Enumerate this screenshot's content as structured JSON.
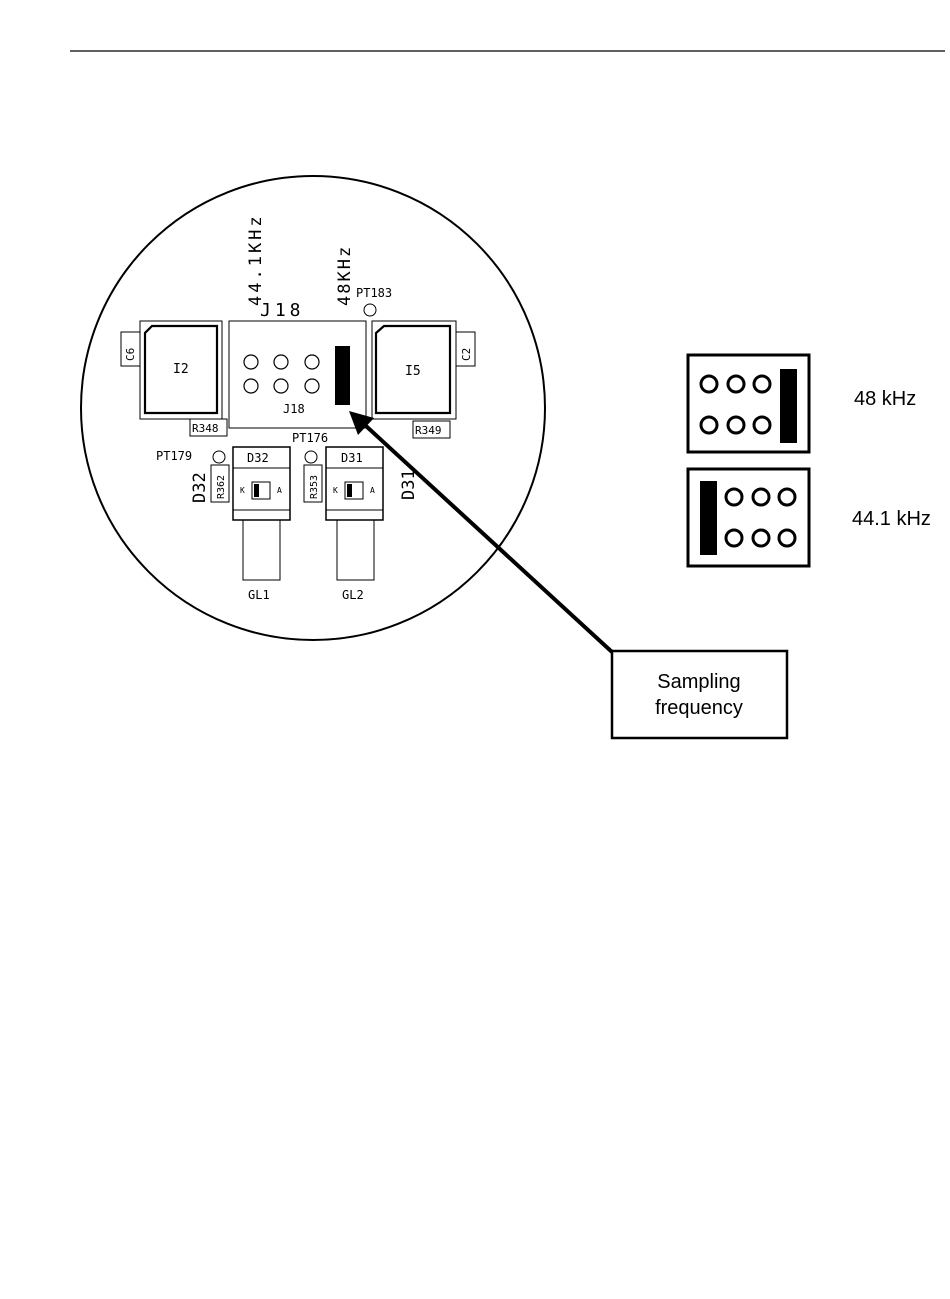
{
  "board": {
    "freq_label_441": "44.1KHz",
    "freq_label_48": "48KHz",
    "jumper_top_label": "J18",
    "jumper_inner_label": "J18",
    "test_points": {
      "pt183": "PT183",
      "pt176": "PT176",
      "pt179": "PT179"
    },
    "chips": {
      "left": "I2",
      "right": "I5"
    },
    "caps": {
      "left": "C6",
      "right": "C2"
    },
    "resistors": {
      "r348": "R348",
      "r349": "R349",
      "r362": "R362",
      "r353": "R353"
    },
    "diodes": {
      "d32": "D32",
      "d31": "D31",
      "d32_big": "D32",
      "d31_big": "D31",
      "pin_k": "K",
      "pin_a": "A"
    },
    "leds": {
      "gl1": "GL1",
      "gl2": "GL2"
    }
  },
  "legend": {
    "setting_48": "48 kHz",
    "setting_441": "44.1 kHz"
  },
  "callout": {
    "line1": "Sampling",
    "line2": "frequency"
  }
}
